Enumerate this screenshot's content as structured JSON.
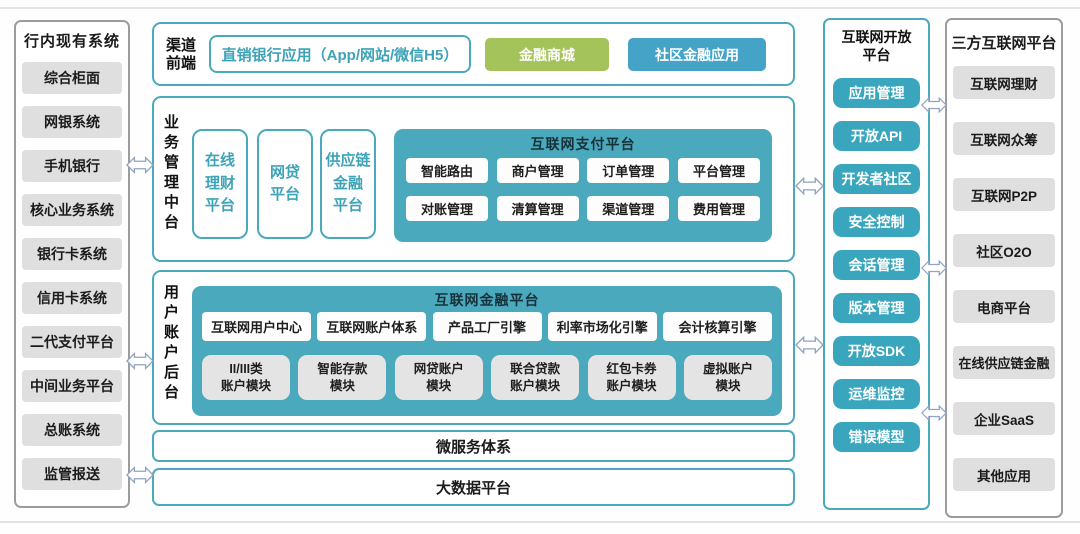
{
  "left_panel": {
    "title": "行内现有系统",
    "items": [
      "综合柜面",
      "网银系统",
      "手机银行",
      "核心业务系统",
      "银行卡系统",
      "信用卡系统",
      "二代支付平台",
      "中间业务平台",
      "总账系统",
      "监管报送"
    ]
  },
  "channel_front": {
    "label": "渠道\n前端",
    "direct_bank_app": "直销银行应用（App/网站/微信H5）",
    "finance_mall": "金融商城",
    "community_finance_app": "社区金融应用"
  },
  "business_middle": {
    "label": "业务管理中台",
    "platforms": [
      "在线\n理财\n平台",
      "网贷\n平台",
      "供应链\n金融\n平台"
    ],
    "payment_platform": {
      "title": "互联网支付平台",
      "row1": [
        "智能路由",
        "商户管理",
        "订单管理",
        "平台管理"
      ],
      "row2": [
        "对账管理",
        "清算管理",
        "渠道管理",
        "费用管理"
      ]
    }
  },
  "user_account_backend": {
    "label": "用户账户后台",
    "finance_platform": {
      "title": "互联网金融平台",
      "row1": [
        "互联网用户中心",
        "互联网账户体系",
        "产品工厂引擎",
        "利率市场化引擎",
        "会计核算引擎"
      ],
      "row2": [
        "II/III类\n账户模块",
        "智能存款\n模块",
        "网贷账户\n模块",
        "联合贷款\n账户模块",
        "红包卡券\n账户模块",
        "虚拟账户\n模块"
      ]
    }
  },
  "microservice_bar": "微服务体系",
  "bigdata_bar": "大数据平台",
  "open_platform": {
    "title": "互联网开放\n平台",
    "items": [
      "应用管理",
      "开放API",
      "开发者社区",
      "安全控制",
      "会话管理",
      "版本管理",
      "开放SDK",
      "运维监控",
      "错误模型"
    ]
  },
  "third_party": {
    "title": "三方互联网平台",
    "items": [
      "互联网理财",
      "互联网众筹",
      "互联网P2P",
      "社区O2O",
      "电商平台",
      "在线供应链金融",
      "企业SaaS",
      "其他应用"
    ]
  },
  "colors": {
    "teal": "#4aa9bd",
    "teal_box": "#3aa6be",
    "green_box": "#a5c35b",
    "blue_box": "#45a3c8",
    "gray_box": "#dfdfdf",
    "outer_border": "#9c9c9c"
  }
}
